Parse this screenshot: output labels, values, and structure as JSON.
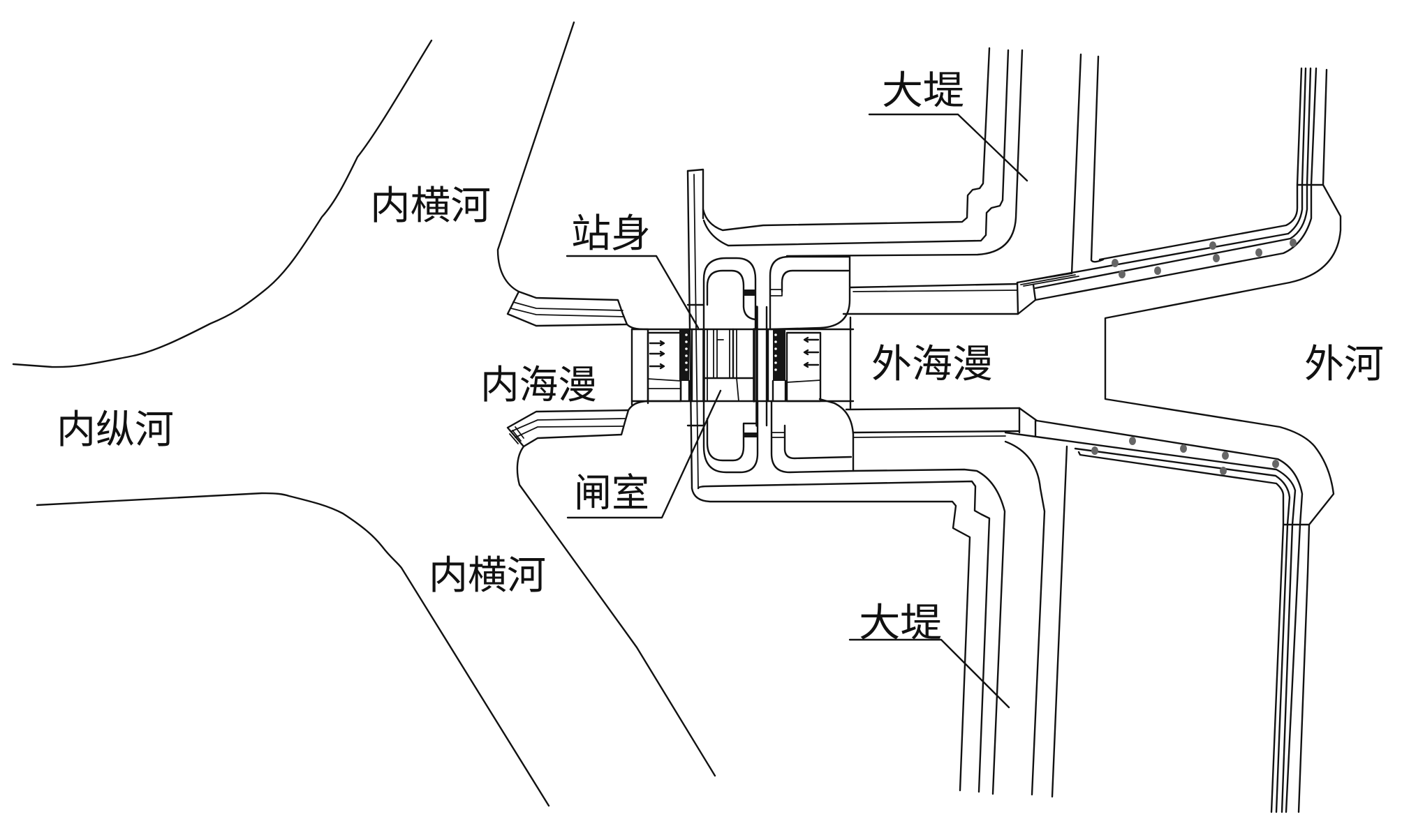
{
  "figure": {
    "type": "plan-layout-drawing",
    "colors": {
      "line": "#111111",
      "background": "#ffffff",
      "dots": "#666666"
    },
    "labels": {
      "dike_upper": "大堤",
      "inner_cross_river_upper": "内横河",
      "station_body": "站身",
      "inner_apron": "内海漫",
      "inner_longitudinal_river": "内纵河",
      "outer_apron": "外海漫",
      "outer_river": "外河",
      "sluice_chamber": "闸室",
      "inner_cross_river_lower": "内横河",
      "dike_lower": "大堤"
    }
  }
}
